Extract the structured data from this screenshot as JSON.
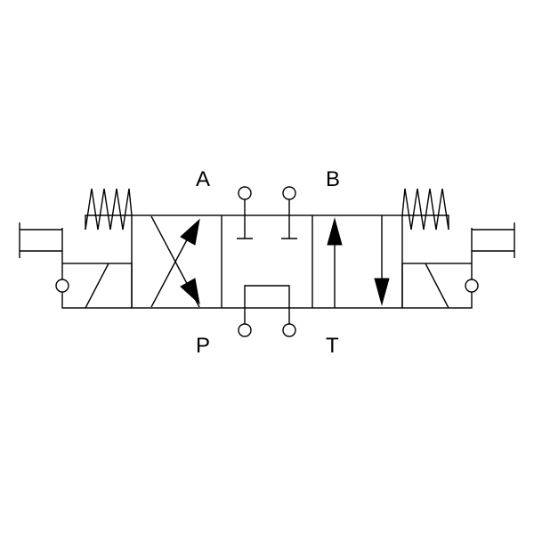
{
  "ports": {
    "a": "A",
    "b": "B",
    "p": "P",
    "t": "T"
  },
  "colors": {
    "line": "#000000",
    "background": "#ffffff"
  },
  "icons": {
    "left_spring": "spring-icon",
    "right_spring": "spring-icon",
    "left_solenoid": "solenoid-icon",
    "right_solenoid": "solenoid-icon",
    "ports": "port-circle-icon"
  }
}
